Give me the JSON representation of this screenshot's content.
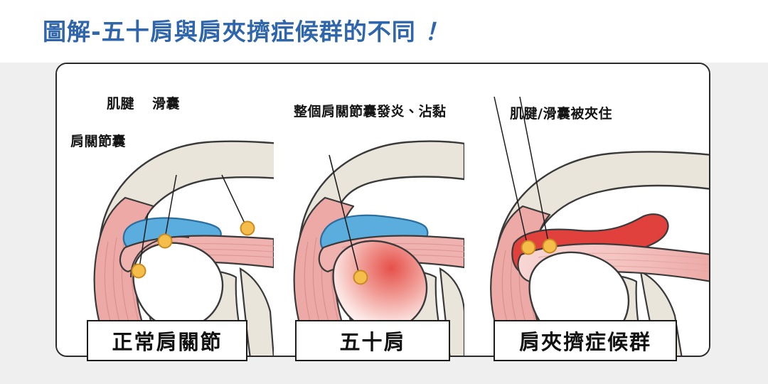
{
  "page": {
    "title": "圖解-五十肩與肩夾擠症候群的不同",
    "title_exclamation": "！",
    "title_color": "#2f66ab",
    "background_color": "#efefef",
    "card_border_color": "#2b2b2b",
    "panel_shade_color": "#ebebeb"
  },
  "palette": {
    "bone": "#eae5da",
    "bone_outline": "#3a3a3a",
    "tendon_pink": "#eda9a6",
    "tendon_light": "#f7d6d4",
    "bursa_blue": "#5badde",
    "bursa_outline": "#2b6f9e",
    "marker_orange": "#f5bd49",
    "marker_outline": "#c98a20",
    "inflamed_red": "#e0413c",
    "leader_line": "#1d1d1d"
  },
  "panels": [
    {
      "id": "normal-shoulder",
      "caption": "正常肩關節",
      "shaded": false,
      "annotations": [
        {
          "id": "tendon",
          "text": "肌腱"
        },
        {
          "id": "bursa",
          "text": "滑囊"
        },
        {
          "id": "capsule",
          "text": "肩關節囊"
        }
      ],
      "markers": 3
    },
    {
      "id": "frozen-shoulder",
      "caption": "五十肩",
      "shaded": true,
      "annotations": [
        {
          "id": "frozen-capsule",
          "text": "整個肩關節囊發炎、沾黏"
        }
      ],
      "markers": 1
    },
    {
      "id": "shoulder-impingement",
      "caption": "肩夾擠症候群",
      "shaded": true,
      "annotations": [
        {
          "id": "pinched-tendon-bursa",
          "text": "肌腱/滑囊被夾住"
        }
      ],
      "markers": 2
    }
  ]
}
